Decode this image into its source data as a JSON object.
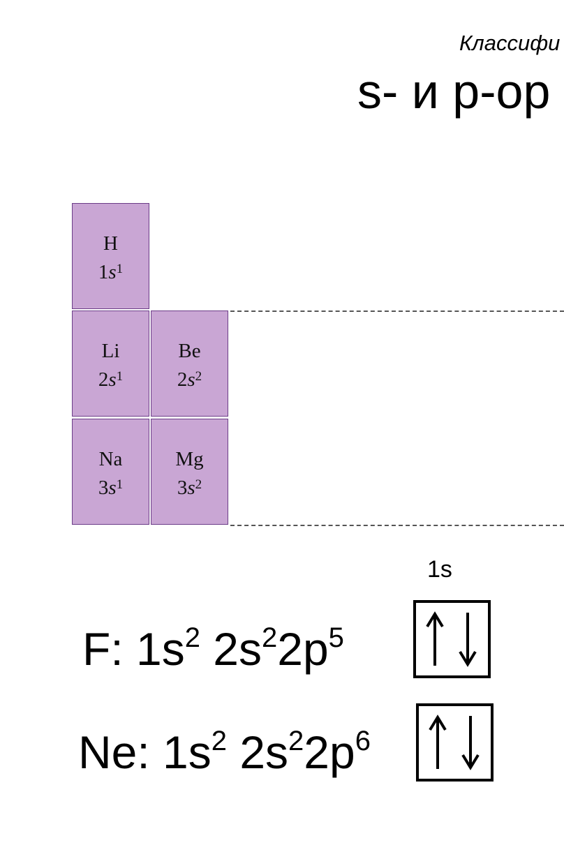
{
  "header": {
    "subtitle": "Классифи",
    "title": "s- и p-ор"
  },
  "elements": [
    {
      "symbol": "H",
      "shell": "1",
      "orbital": "s",
      "electrons": "1"
    },
    {
      "symbol": "Li",
      "shell": "2",
      "orbital": "s",
      "electrons": "1"
    },
    {
      "symbol": "Be",
      "shell": "2",
      "orbital": "s",
      "electrons": "2"
    },
    {
      "symbol": "Na",
      "shell": "3",
      "orbital": "s",
      "electrons": "1"
    },
    {
      "symbol": "Mg",
      "shell": "3",
      "orbital": "s",
      "electrons": "2"
    }
  ],
  "orbital_label": "1s",
  "configs": [
    {
      "prefix": "F: 1s",
      "e1": "2",
      "p2": " 2s",
      "e2": "2",
      "p3": "2p",
      "e3": "5"
    },
    {
      "prefix": "Ne: 1s",
      "e1": "2",
      "p2": " 2s",
      "e2": "2",
      "p3": "2p",
      "e3": "6"
    }
  ],
  "colors": {
    "s_block_fill": "#c9a6d4",
    "s_block_border": "#6a3b87"
  }
}
